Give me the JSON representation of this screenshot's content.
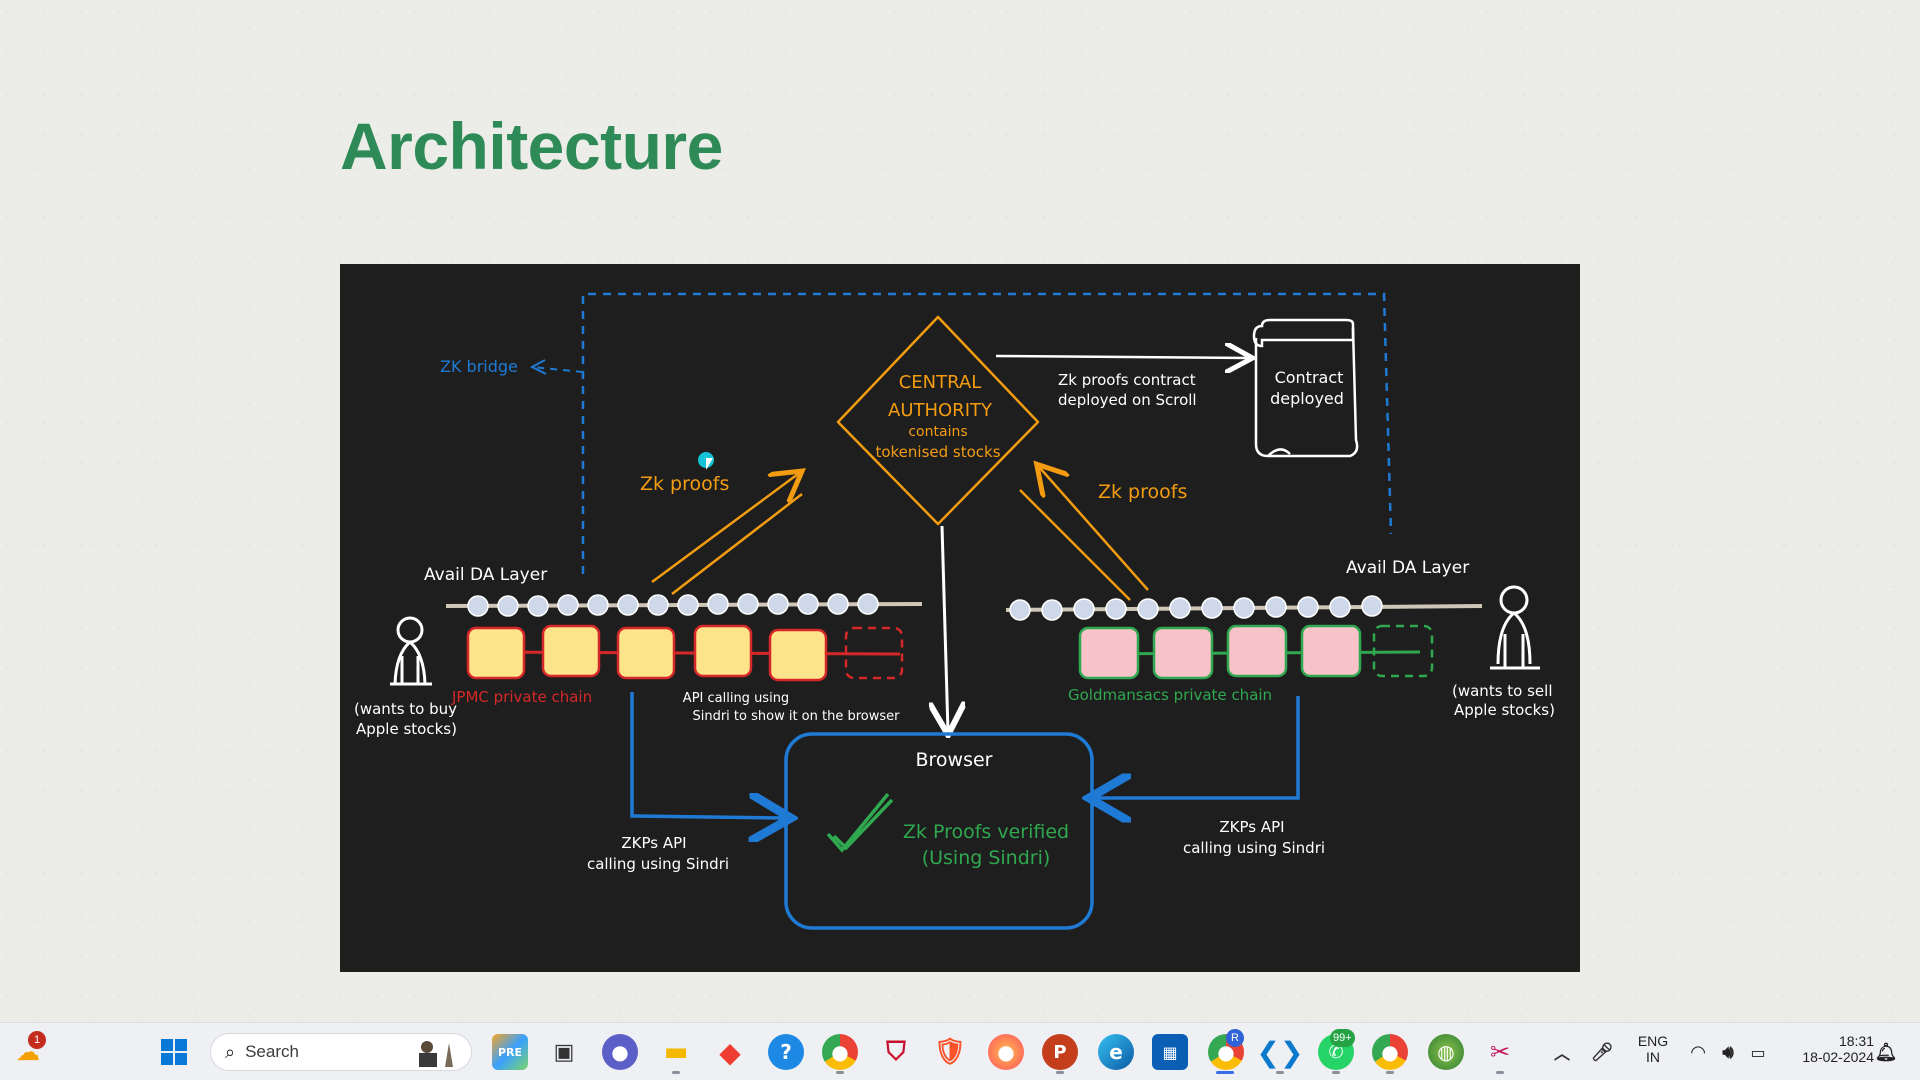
{
  "slide": {
    "title": "Architecture"
  },
  "diagram": {
    "zk_bridge": "ZK bridge",
    "authority_line1": "CENTRAL",
    "authority_line2": "AUTHORITY",
    "authority_line3": "contains",
    "authority_line4": "tokenised stocks",
    "contract_line1": "Zk proofs contract",
    "contract_line2": "deployed on Scroll",
    "contract_box_line1": "Contract",
    "contract_box_line2": "deployed",
    "zk_proofs_left": "Zk proofs",
    "zk_proofs_right": "Zk proofs",
    "avail_left": "Avail DA Layer",
    "avail_right": "Avail DA Layer",
    "jpmc_chain": "JPMC private chain",
    "goldman_chain": "Goldmansacs private chain",
    "buyer_line1": "(wants to buy",
    "buyer_line2": "Apple stocks)",
    "seller_line1": "(wants to sell",
    "seller_line2": "Apple stocks)",
    "api_line1": "API calling using",
    "api_line2": "Sindri to show it on the browser",
    "browser_title": "Browser",
    "verified_line1": "Zk Proofs verified",
    "verified_line2": "(Using Sindri)",
    "zkps_left_line1": "ZKPs API",
    "zkps_left_line2": "calling using Sindri",
    "zkps_right_line1": "ZKPs API",
    "zkps_right_line2": "calling using Sindri",
    "colors": {
      "orange": "#f39c12",
      "blue": "#1f7ad6",
      "green": "#2fa84f",
      "red": "#d62828",
      "yellow_block": "#fde38a",
      "pink_block": "#f8c3c8"
    }
  },
  "taskbar": {
    "search_label": "Search",
    "weather_badge": "1",
    "whatsapp_badge": "99+",
    "chrome_profile_badge": "R",
    "lang_line1": "ENG",
    "lang_line2": "IN",
    "time": "18:31",
    "date": "18-02-2024",
    "icons": [
      "weather-icon",
      "windows-start-icon",
      "search-icon",
      "copilot-icon",
      "task-view-icon",
      "meet-icon",
      "file-explorer-icon",
      "anydesk-icon",
      "help-icon",
      "chrome-icon",
      "mcafee-icon",
      "brave-icon",
      "firefox-icon",
      "powerpoint-icon",
      "edge-icon",
      "store-icon",
      "chrome-profile-icon",
      "vscode-icon",
      "whatsapp-icon",
      "chrome-alt-icon",
      "globe-icon",
      "snipping-tool-icon",
      "chevron-up-icon",
      "microphone-icon",
      "wifi-icon",
      "volume-icon",
      "battery-icon",
      "notification-bell-icon"
    ]
  }
}
